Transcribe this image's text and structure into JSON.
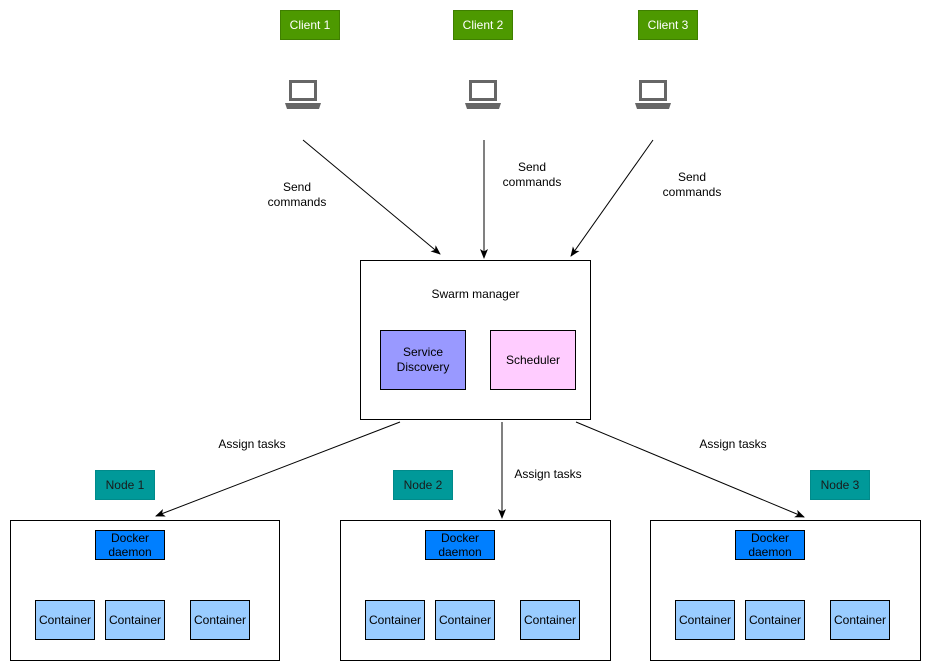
{
  "clients": [
    {
      "label": "Client 1"
    },
    {
      "label": "Client 2"
    },
    {
      "label": "Client 3"
    }
  ],
  "icons": {
    "client": "laptop-icon"
  },
  "client_edges": [
    {
      "label_line1": "Send",
      "label_line2": "commands"
    },
    {
      "label_line1": "Send",
      "label_line2": "commands"
    },
    {
      "label_line1": "Send",
      "label_line2": "commands"
    }
  ],
  "manager": {
    "title": "Swarm manager",
    "service_discovery_line1": "Service",
    "service_discovery_line2": "Discovery",
    "scheduler": "Scheduler"
  },
  "node_edges": [
    {
      "label": "Assign tasks"
    },
    {
      "label": "Assign tasks"
    },
    {
      "label": "Assign tasks"
    }
  ],
  "nodes": [
    {
      "label": "Node 1",
      "daemon_line1": "Docker",
      "daemon_line2": "daemon",
      "containers": [
        "Container",
        "Container",
        "Container"
      ]
    },
    {
      "label": "Node 2",
      "daemon_line1": "Docker",
      "daemon_line2": "daemon",
      "containers": [
        "Container",
        "Container",
        "Container"
      ]
    },
    {
      "label": "Node 3",
      "daemon_line1": "Docker",
      "daemon_line2": "daemon",
      "containers": [
        "Container",
        "Container",
        "Container"
      ]
    }
  ],
  "colors": {
    "client_label_bg": "#4d9900",
    "node_label_bg": "#009999",
    "service_discovery_bg": "#9999ff",
    "scheduler_bg": "#ffccff",
    "docker_daemon_bg": "#007fff",
    "container_bg": "#99ccff",
    "laptop_icon": "#666666"
  }
}
